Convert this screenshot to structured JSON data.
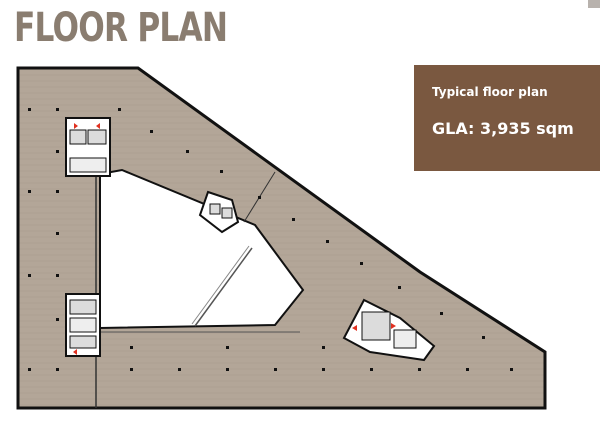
{
  "header": {
    "title": "FLOOR PLAN"
  },
  "info": {
    "label": "Typical floor plan",
    "gla": "GLA: 3,935 sqm"
  },
  "colors": {
    "title": "#8a7d70",
    "info_box": "#7a5840",
    "floor": "#b3a698",
    "wall": "#111111",
    "core": "#ffffff",
    "marker": "#e03020"
  }
}
